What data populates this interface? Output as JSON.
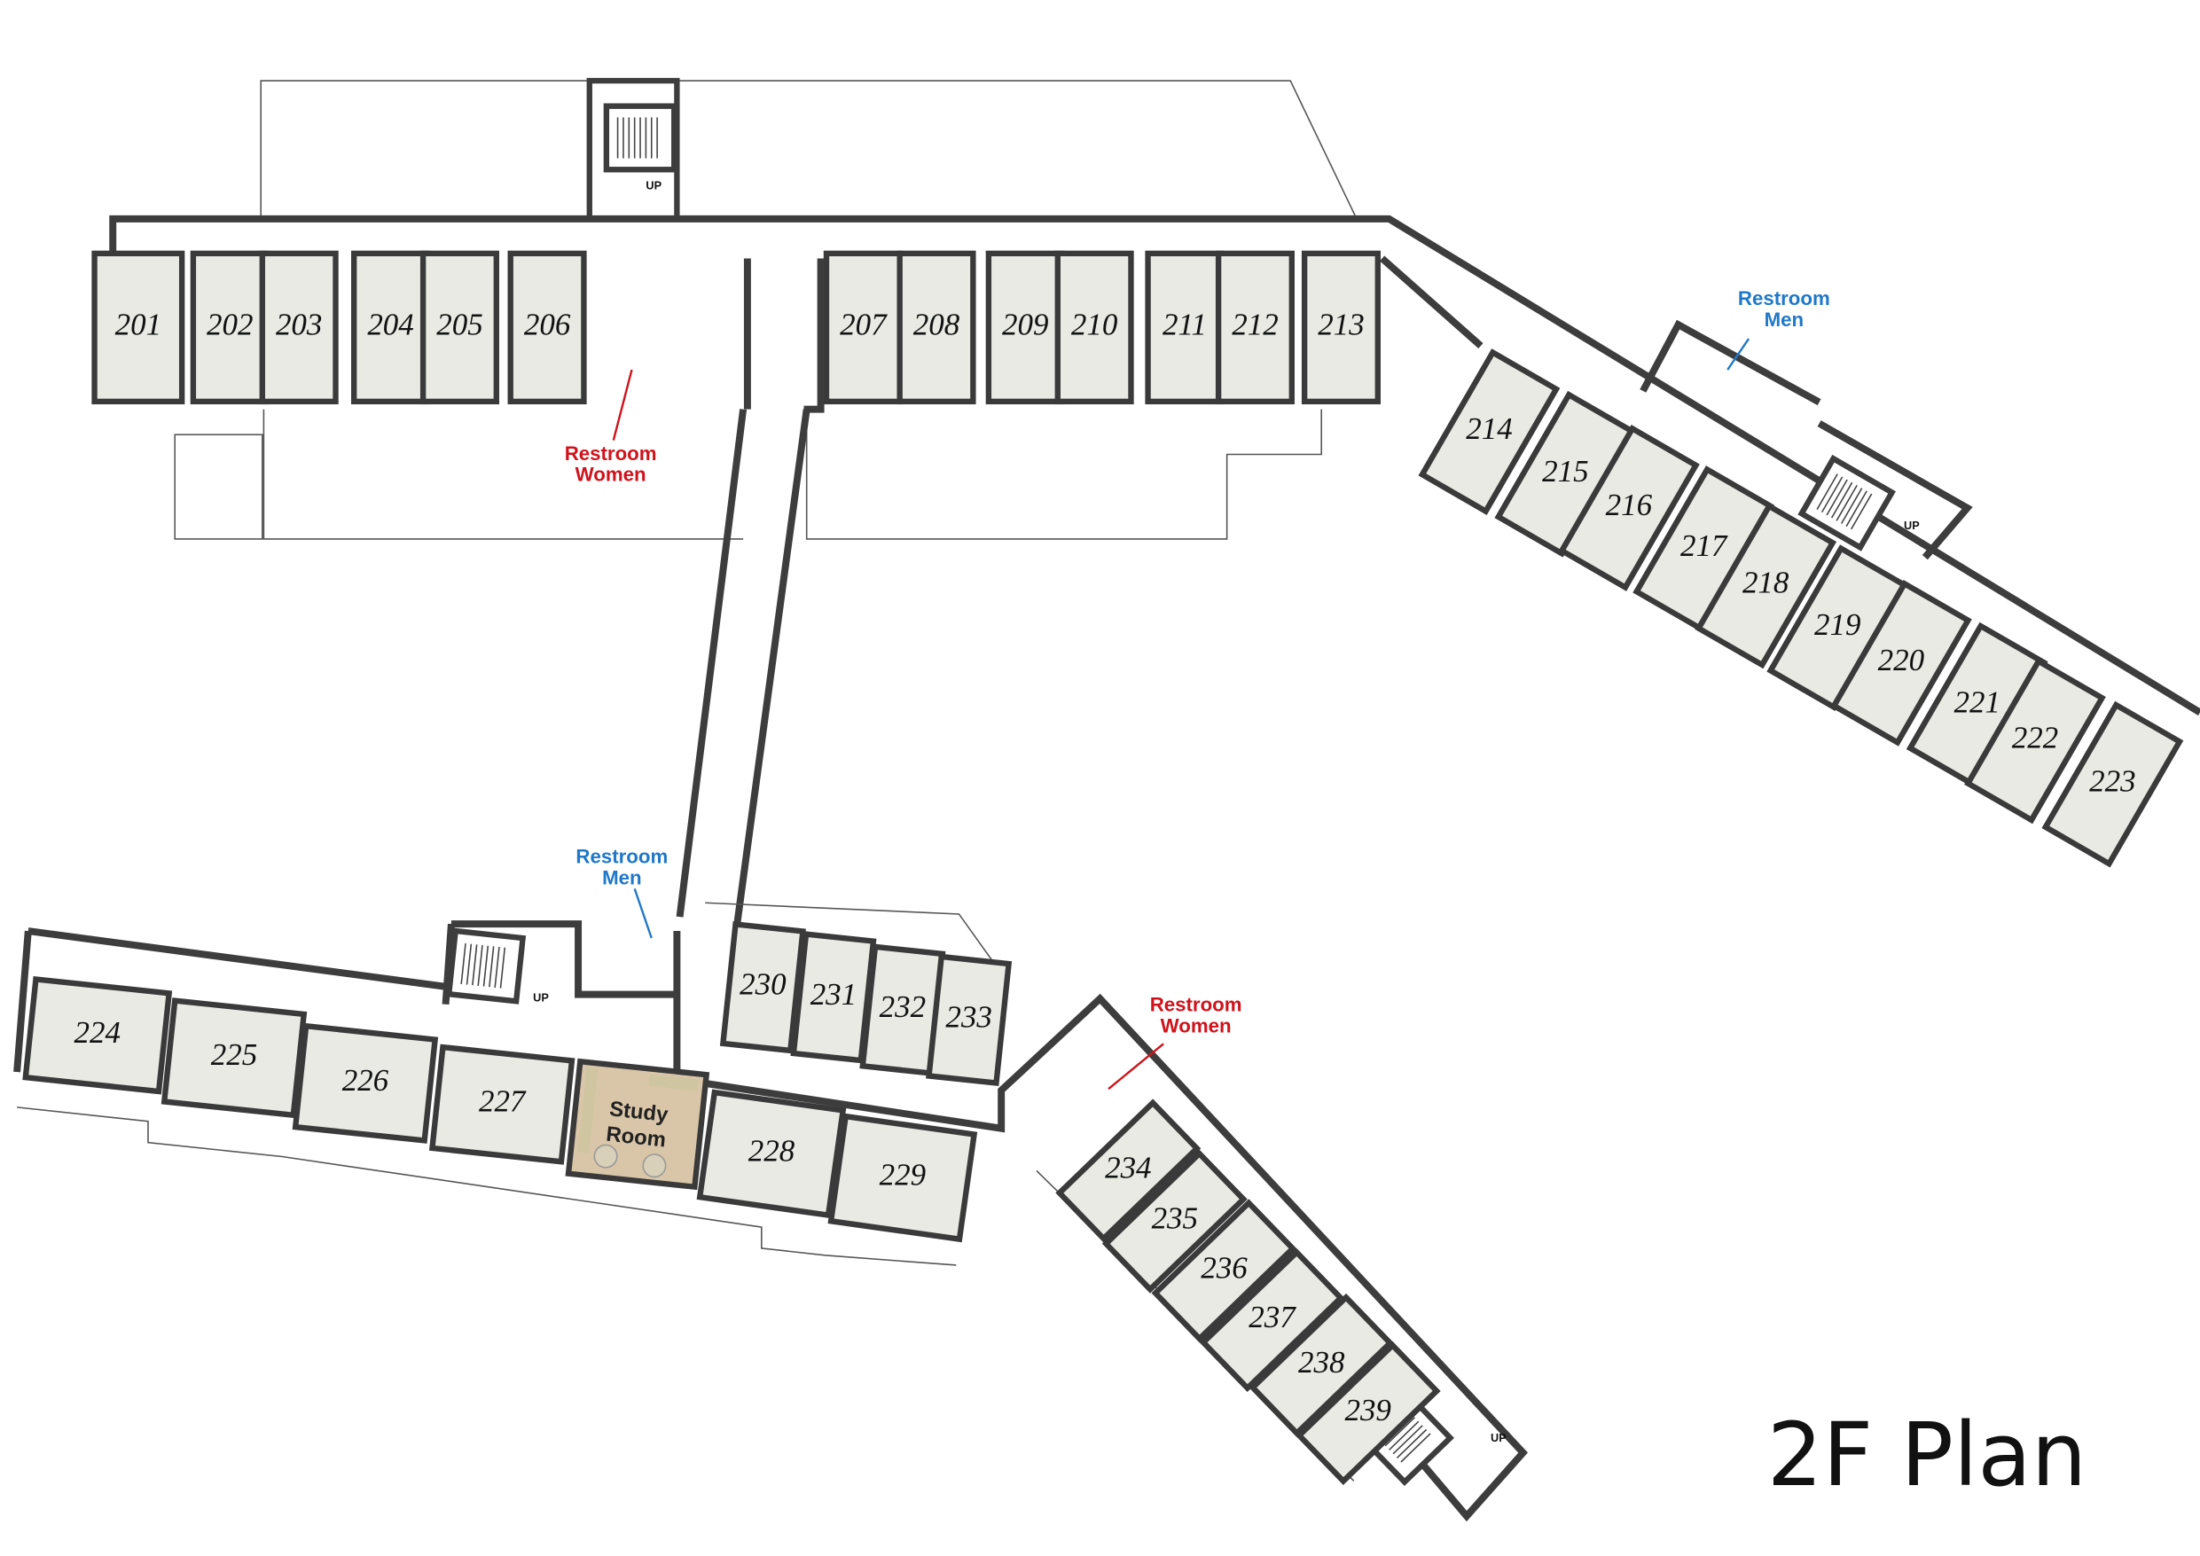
{
  "title": "2F Plan",
  "rooms": [
    "201",
    "202",
    "203",
    "204",
    "205",
    "206",
    "207",
    "208",
    "209",
    "210",
    "211",
    "212",
    "213",
    "214",
    "215",
    "216",
    "217",
    "218",
    "219",
    "220",
    "221",
    "222",
    "223",
    "224",
    "225",
    "226",
    "227",
    "228",
    "229",
    "230",
    "231",
    "232",
    "233",
    "234",
    "235",
    "236",
    "237",
    "238",
    "239"
  ],
  "study_room": {
    "line1": "Study",
    "line2": "Room"
  },
  "restrooms": [
    {
      "line1": "Restroom",
      "line2": "Women",
      "color": "#d0121b"
    },
    {
      "line1": "Restroom",
      "line2": "Men",
      "color": "#1f78c8"
    },
    {
      "line1": "Restroom",
      "line2": "Men",
      "color": "#1f78c8"
    },
    {
      "line1": "Restroom",
      "line2": "Women",
      "color": "#d0121b"
    }
  ],
  "stairs": [
    {
      "label": "UP"
    },
    {
      "label": "UP"
    },
    {
      "label": "UP"
    },
    {
      "label": "UP"
    }
  ],
  "colors": {
    "wall": "#3d3d3d",
    "room_floor": "#e8eae3",
    "study_floor": "#d9c6a8"
  }
}
